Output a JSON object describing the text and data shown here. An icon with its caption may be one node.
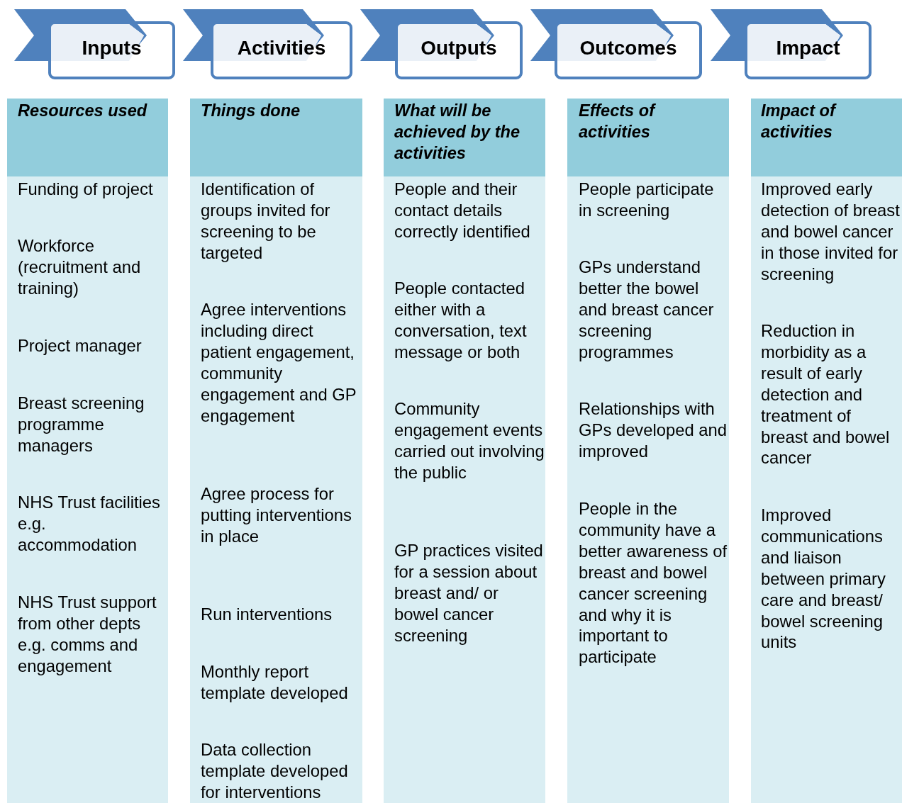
{
  "diagram": {
    "nodes": [
      {
        "text": [
          "Inputs"
        ]
      },
      {
        "text": [
          "Activities"
        ]
      },
      {
        "text": [
          "Outputs"
        ]
      },
      {
        "text": [
          "Outcomes"
        ]
      },
      {
        "text": [
          "Impact"
        ]
      },
      {
        "text": [
          "Resources used",
          "Funding of project",
          "Workforce (recruitment and training)",
          "Project manager",
          "Breast screening programme managers",
          "NHS Trust facilities e.g. accommodation",
          "NHS Trust support from other depts e.g. comms and engagement"
        ]
      },
      {
        "text": [
          "Things done",
          "Identification of groups invited for screening to be targeted",
          "Agree interventions including direct patient engagement, community engagement and GP engagement",
          "Agree process for putting interventions in place",
          "Run interventions",
          "Monthly report template developed",
          "Data collection template developed for interventions"
        ]
      },
      {
        "text": [
          "What will be achieved by the activities",
          "People and their contact details correctly identified",
          "People contacted either with a conversation, text message or both",
          "Community engagement events carried out involving the public",
          "GP practices visited for a session about breast and/ or bowel cancer screening"
        ]
      },
      {
        "text": [
          "Effects of activities",
          "People participate in screening",
          "GPs understand better the bowel and breast cancer screening programmes",
          "Relationships with GPs developed and improved",
          "People in the community have a better awareness of breast and bowel cancer screening and why it is important to participate"
        ]
      },
      {
        "text": [
          "Impact of activities",
          "Improved early detection of breast and bowel cancer in those invited for screening",
          "Reduction in morbidity as a result of early detection and treatment of breast and bowel cancer",
          "Improved communications and liaison between primary care and breast/ bowel screening units"
        ]
      }
    ]
  }
}
